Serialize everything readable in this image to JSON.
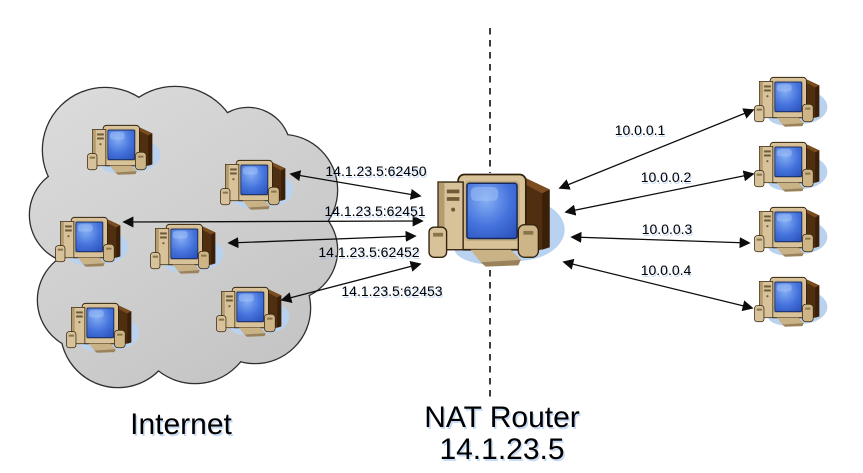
{
  "diagram": {
    "internet_cloud_label": "Internet",
    "router": {
      "name": "NAT Router",
      "ip": "14.1.23.5"
    },
    "nat_mappings": [
      {
        "label": "14.1.23.5:62450"
      },
      {
        "label": "14.1.23.5:62451"
      },
      {
        "label": "14.1.23.5:62452"
      },
      {
        "label": "14.1.23.5:62453"
      }
    ],
    "internal_hosts": [
      {
        "ip": "10.0.0.1"
      },
      {
        "ip": "10.0.0.2"
      },
      {
        "ip": "10.0.0.3"
      },
      {
        "ip": "10.0.0.4"
      }
    ],
    "icons": {
      "cloud": "network-cloud",
      "host": "desktop-pc",
      "router": "desktop-pc"
    },
    "colors": {
      "background": "#ffffff",
      "cloud_fill_light": "#dadada",
      "cloud_fill_dark": "#c2c2c2",
      "cloud_outline": "#2f2f2f",
      "arrow": "#0d0d0d",
      "boundary_dash": "#1a1a1a",
      "text": "#000000",
      "pc_beige": "#d7c29a",
      "pc_brown": "#502f10",
      "pc_screen_blue": "#4472dc",
      "pc_shadow_blue": "#b9d2ef"
    }
  }
}
